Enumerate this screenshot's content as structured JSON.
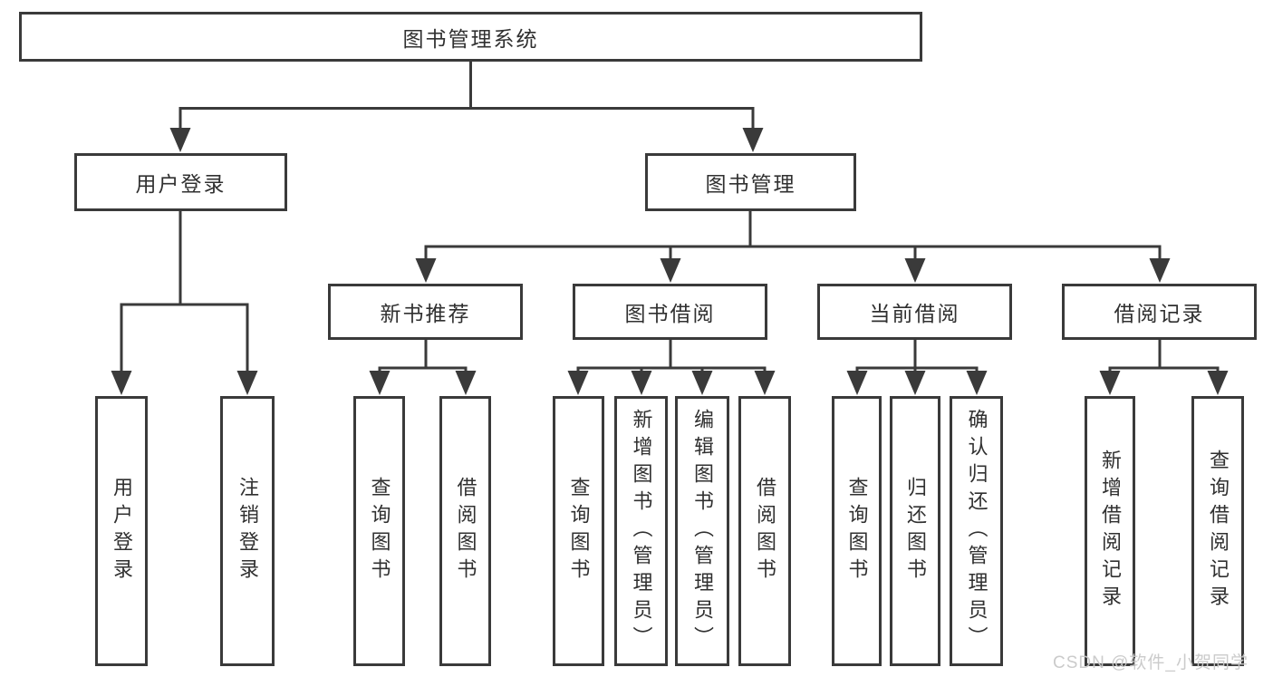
{
  "tree": {
    "root": {
      "label": "图书管理系统"
    },
    "level2": [
      {
        "label": "用户登录"
      },
      {
        "label": "图书管理"
      }
    ],
    "level3": [
      {
        "label": "新书推荐"
      },
      {
        "label": "图书借阅"
      },
      {
        "label": "当前借阅"
      },
      {
        "label": "借阅记录"
      }
    ],
    "leaves": {
      "user_login": [
        {
          "label": "用户登录"
        },
        {
          "label": "注销登录"
        }
      ],
      "new_book_rec": [
        {
          "label": "查询图书"
        },
        {
          "label": "借阅图书"
        }
      ],
      "book_borrow": [
        {
          "label": "查询图书"
        },
        {
          "label": "新增图书（管理员）"
        },
        {
          "label": "编辑图书（管理员）"
        },
        {
          "label": "借阅图书"
        }
      ],
      "current_borrow": [
        {
          "label": "查询图书"
        },
        {
          "label": "归还图书"
        },
        {
          "label": "确认归还（管理员）"
        }
      ],
      "borrow_records": [
        {
          "label": "新增借阅记录"
        },
        {
          "label": "查询借阅记录"
        }
      ]
    }
  },
  "watermark": {
    "text": "CSDN @软件_小贺同学"
  },
  "colors": {
    "line": "#3a3a3a",
    "box_border": "#3a3a3a",
    "text": "#303030",
    "watermark": "#c8c8c8",
    "background": "#ffffff"
  }
}
